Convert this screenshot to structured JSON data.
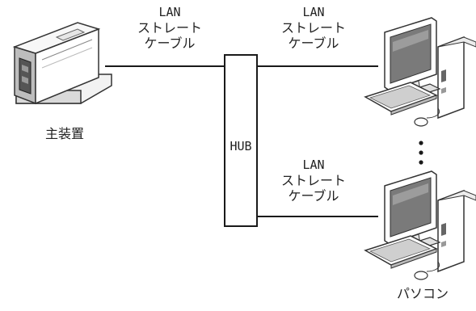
{
  "nodes": {
    "main_unit": {
      "label": "主装置"
    },
    "hub": {
      "label": "HUB"
    },
    "pc": {
      "label": "パソコン"
    }
  },
  "cables": [
    {
      "line1": "LAN",
      "line2": "ストレート",
      "line3": "ケーブル"
    },
    {
      "line1": "LAN",
      "line2": "ストレート",
      "line3": "ケーブル"
    },
    {
      "line1": "LAN",
      "line2": "ストレート",
      "line3": "ケーブル"
    }
  ],
  "colors": {
    "line": "#1a1a1a",
    "device_fill": "#ffffff",
    "device_stroke": "#333333",
    "shade": "#777777"
  }
}
